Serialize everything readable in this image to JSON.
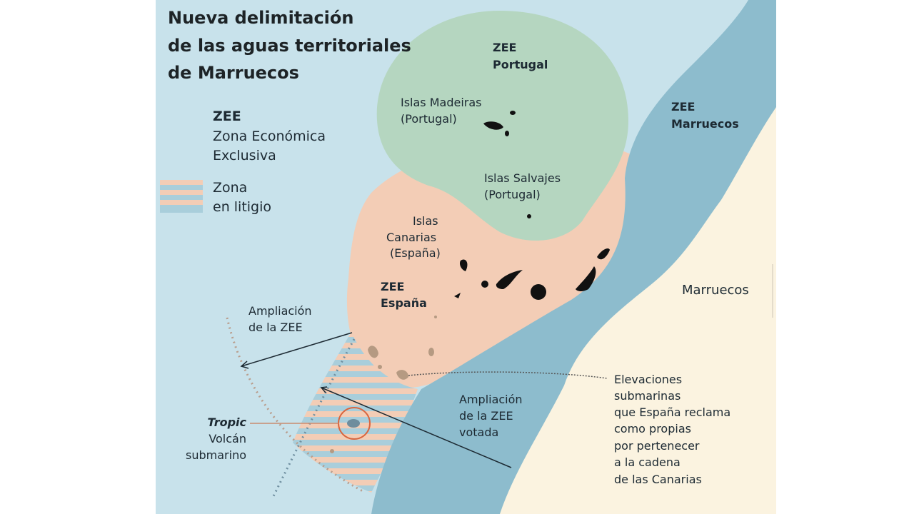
{
  "title": [
    "Nueva delimitación",
    "de las aguas territoriales",
    "de Marruecos"
  ],
  "legend": {
    "zee_abbr": "ZEE",
    "zee_line1": "Zona Económica",
    "zee_line2": "Exclusiva",
    "dispute_line1": "Zona",
    "dispute_line2": "en litigio"
  },
  "labels": {
    "zee_portugal": [
      "ZEE",
      "Portugal"
    ],
    "madeiras": [
      "Islas Madeiras",
      "(Portugal)"
    ],
    "salvajes": [
      "Islas Salvajes",
      "(Portugal)"
    ],
    "canarias": [
      "Islas",
      "Canarias",
      "(España)"
    ],
    "zee_espana": [
      "ZEE",
      "España"
    ],
    "zee_marruecos": [
      "ZEE",
      "Marruecos"
    ],
    "marruecos": "Marruecos",
    "ampliacion": [
      "Ampliación",
      "de la ZEE"
    ],
    "ampliacion_votada": [
      "Ampliación",
      "de la ZEE",
      "votada"
    ],
    "tropic": "Tropic",
    "volcan": [
      "Volcán",
      "submarino"
    ],
    "elevaciones": [
      "Elevaciones",
      "submarinas",
      "que España reclama",
      "como propias",
      "por pertenecer",
      "a la cadena",
      "de las Canarias"
    ]
  },
  "colors": {
    "sea": "#c8e2eb",
    "zee_marruecos": "#8dbccd",
    "zee_portugal": "#b5d6c0",
    "zee_espana": "#f3cdb6",
    "land": "#fbf3e0",
    "islands": "#111111",
    "seamounts": "#b59a82",
    "tropic_circle": "#d9663f"
  }
}
